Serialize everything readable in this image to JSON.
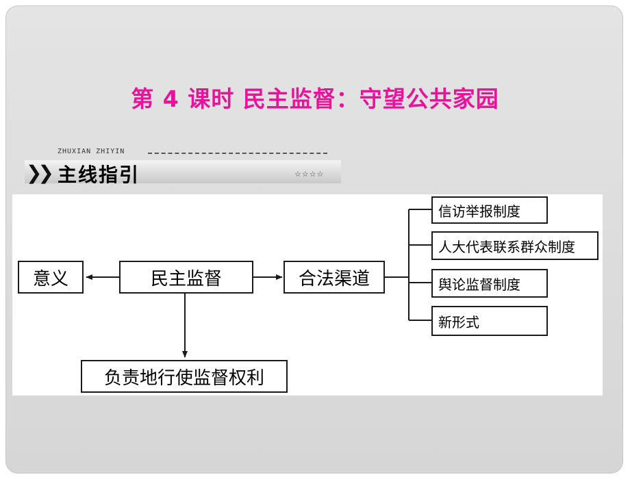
{
  "title": "第 4 课时   民主监督：守望公共家园",
  "banner": {
    "pinyin": "ZHUXIAN  ZHIYIN",
    "heading": "主线指引",
    "stars": "☆☆☆☆"
  },
  "diagram": {
    "center": "民主监督",
    "meaning": "意义",
    "responsibility": "负责地行使监督权利",
    "channels": "合法渠道",
    "channel_items": [
      "信访举报制度",
      "人大代表联系群众制度",
      "舆论监督制度",
      "新形式"
    ]
  },
  "colors": {
    "title": "#e8139a",
    "line": "#1a1a1a"
  }
}
